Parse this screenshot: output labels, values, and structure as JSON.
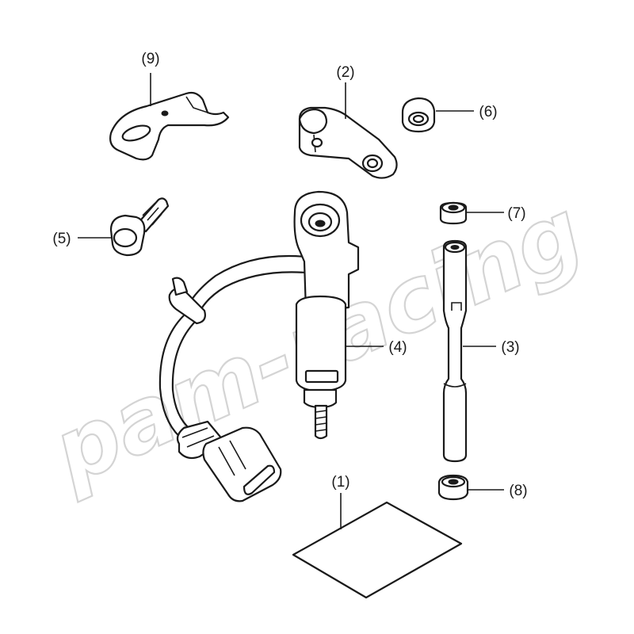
{
  "watermark": "pam-racing",
  "callouts": {
    "p1": "(1)",
    "p2": "(2)",
    "p3": "(3)",
    "p4": "(4)",
    "p5": "(5)",
    "p6": "(6)",
    "p7": "(7)",
    "p8": "(8)",
    "p9": "(9)"
  }
}
